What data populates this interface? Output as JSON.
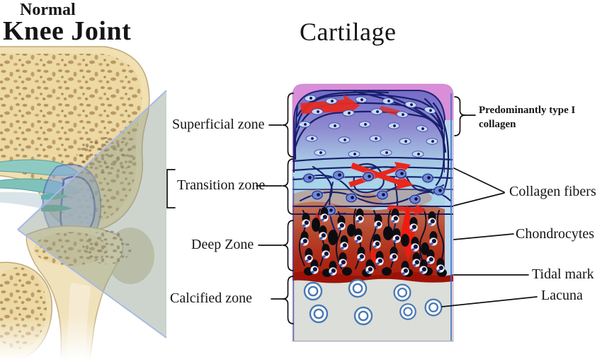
{
  "panels": {
    "knee": {
      "title_top": "Normal",
      "title_main": "Knee Joint"
    },
    "cartilage": {
      "title": "Cartilage"
    }
  },
  "zone_labels": [
    {
      "id": "superficial",
      "label": "Superficial zone"
    },
    {
      "id": "transition",
      "label": "Transition zone"
    },
    {
      "id": "deep",
      "label": "Deep Zone"
    },
    {
      "id": "calcified",
      "label": "Calcified zone"
    }
  ],
  "annotation_labels": [
    {
      "id": "type1-collagen",
      "label": "Predominantly type I collagen"
    },
    {
      "id": "collagen-fibers",
      "label": "Collagen fibers"
    },
    {
      "id": "chondrocytes",
      "label": "Chondrocytes"
    },
    {
      "id": "tidal-mark",
      "label": "Tidal mark"
    },
    {
      "id": "lacuna",
      "label": "Lacuna"
    }
  ],
  "colors": {
    "superficial_pink": "#d98ed8",
    "superficial_purple": "#756cc6",
    "transition_blue": "#a9d4e9",
    "deep_red": "#ae2a16",
    "calcified_gray": "#dcded9",
    "fiber_navy": "#181f6e",
    "arrow_red": "#e62b22",
    "bone_cream": "#f0e0b2",
    "meniscus_teal": "#7fc2ba",
    "capsule_blue": "#3c55b5",
    "lacuna_ring_blue": "#4878b4"
  }
}
